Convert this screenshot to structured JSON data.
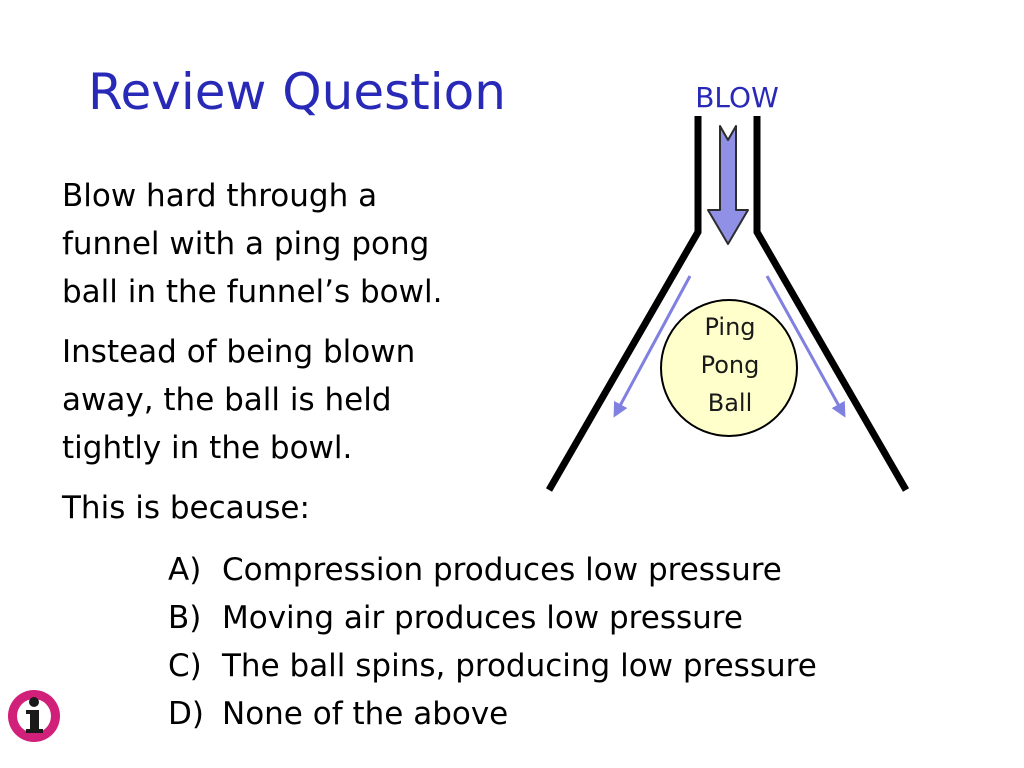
{
  "slide": {
    "title": "Review Question"
  },
  "body": {
    "paragraph_1": [
      "Blow hard through a",
      "funnel with a ping pong",
      "ball in the funnel’s bowl."
    ],
    "paragraph_2": [
      "Instead of being blown",
      "away, the ball is held",
      "tightly in the bowl."
    ],
    "paragraph_3": [
      "This is because:"
    ]
  },
  "choices": [
    {
      "letter": "A)",
      "text": "Compression produces low pressure"
    },
    {
      "letter": "B)",
      "text": "Moving air produces low pressure"
    },
    {
      "letter": "C)",
      "text": "The ball spins, producing low pressure"
    },
    {
      "letter": "D)",
      "text": "None of the above"
    }
  ],
  "diagram": {
    "blow_label": "BLOW",
    "ball_label": [
      "Ping",
      "Pong",
      "Ball"
    ],
    "colors": {
      "funnel": "#000000",
      "arrow_fill": "#8f90e6",
      "arrow_stroke": "#2c2c2c",
      "flow_arrows": "#7f80e0",
      "ball_fill": "#ffffcc",
      "blow_text": "#2929b8"
    }
  },
  "logo": {
    "icon": "info-logo-icon",
    "colors": {
      "outer": "#d1207a",
      "inner": "#1a1a1a"
    }
  },
  "colors": {
    "title": "#2929b8",
    "background": "#ffffff",
    "text": "#000000"
  }
}
